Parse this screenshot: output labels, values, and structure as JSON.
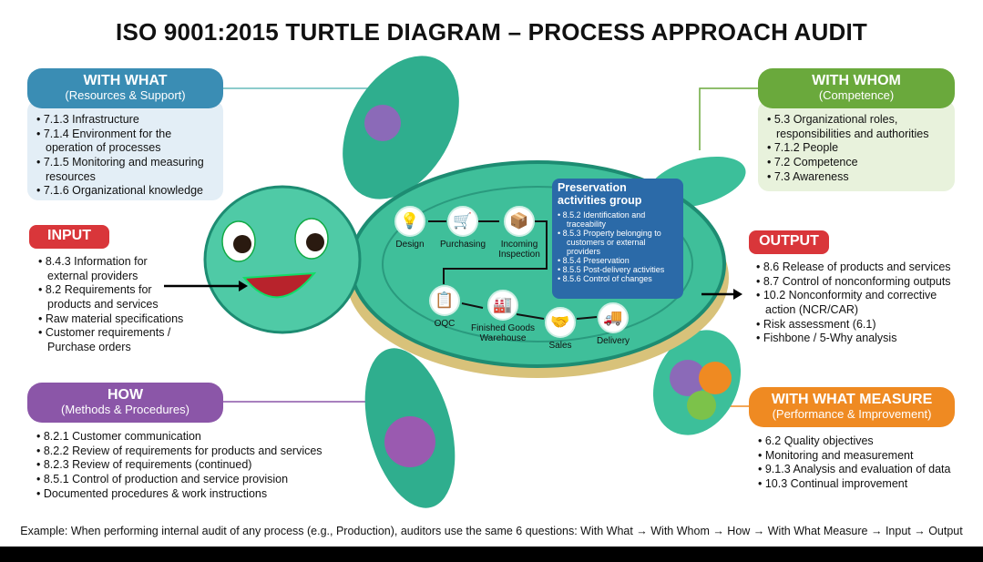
{
  "title": "ISO 9001:2015 TURTLE DIAGRAM – PROCESS APPROACH AUDIT",
  "with_what": {
    "heading": "WITH WHAT",
    "sub": "(Resources & Support)",
    "items": [
      "7.1.3 Infrastructure",
      "7.1.4 Environment for the operation of processes",
      "7.1.5 Monitoring and measuring resources",
      "7.1.6 Organizational knowledge"
    ],
    "color": "#3a8db4"
  },
  "with_whom": {
    "heading": "WITH WHOM",
    "sub": "(Competence)",
    "items": [
      "5.3 Organizational roles, responsibilities and authorities",
      "7.1.2 People",
      "7.2 Competence",
      "7.3 Awareness"
    ],
    "color": "#6aa93c"
  },
  "input": {
    "heading": "INPUT",
    "items": [
      "8.4.3 Information for external providers",
      "8.2 Requirements for products and services",
      "Raw material specifications",
      "Customer requirements / Purchase orders"
    ],
    "color": "#d9363a"
  },
  "output": {
    "heading": "OUTPUT",
    "items": [
      "8.6 Release of products and services",
      "8.7 Control of nonconforming outputs",
      "10.2 Nonconformity and corrective action (NCR/CAR)",
      "Risk assessment (6.1)",
      "Fishbone / 5-Why analysis"
    ],
    "color": "#d9363a"
  },
  "how": {
    "heading": "HOW",
    "sub": "(Methods & Procedures)",
    "items": [
      "8.2.1 Customer communication",
      "8.2.2 Review of requirements for products and services",
      "8.2.3 Review of requirements (continued)",
      "8.5.1 Control of production and service provision",
      "Documented procedures & work instructions"
    ],
    "color": "#8b56a8"
  },
  "with_what_measure": {
    "heading": "WITH WHAT MEASURE",
    "sub": "(Performance & Improvement)",
    "items": [
      "6.2 Quality objectives",
      "Monitoring and measurement",
      "9.1.3 Analysis and evaluation of data",
      "10.3 Continual improvement"
    ],
    "color": "#ef8a22"
  },
  "process": {
    "steps": [
      {
        "label": "Design",
        "icon": "lightbulb-icon",
        "glyph": "💡"
      },
      {
        "label": "Purchasing",
        "icon": "cart-icon",
        "glyph": "🛒"
      },
      {
        "label": "Incoming Inspection",
        "icon": "box-search-icon",
        "glyph": "📦"
      },
      {
        "label": "OQC",
        "icon": "checklist-gear-icon",
        "glyph": "📋"
      },
      {
        "label": "Finished Goods Warehouse",
        "icon": "warehouse-icon",
        "glyph": "🏭"
      },
      {
        "label": "Sales",
        "icon": "handshake-icon",
        "glyph": "🤝"
      },
      {
        "label": "Delivery",
        "icon": "truck-icon",
        "glyph": "🚚"
      }
    ]
  },
  "preservation": {
    "title": "Preservation activities group",
    "items": [
      "8.5.2 Identification and traceability",
      "8.5.3 Property belonging to customers or external providers",
      "8.5.4 Preservation",
      "8.5.5 Post-delivery activities",
      "8.5.6 Control of changes"
    ]
  },
  "footer": "Example: When performing internal audit of any process (e.g., Production), auditors use the same 6 questions: With What → With Whom → How → With What Measure → Input → Output"
}
